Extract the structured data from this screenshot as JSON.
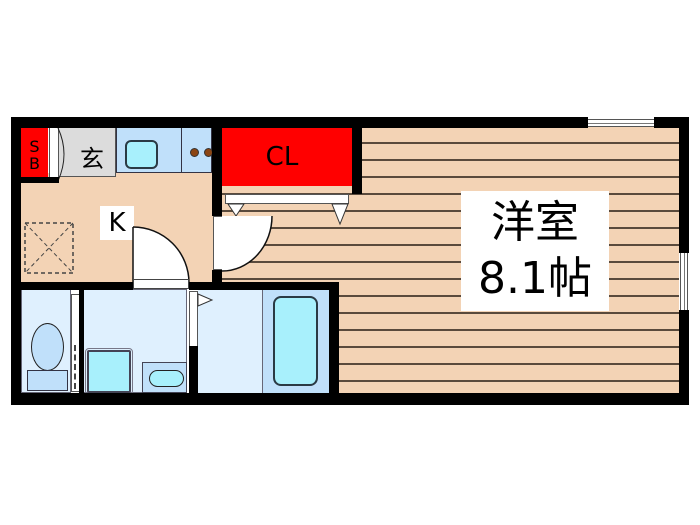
{
  "floorplan": {
    "rooms": {
      "western_room": {
        "name": "洋室",
        "size": "8.1帖"
      },
      "closet": {
        "label": "CL"
      },
      "kitchen": {
        "label": "K"
      },
      "entrance": {
        "label": "玄"
      },
      "shoe_box": {
        "label_top": "S",
        "label_bottom": "B"
      }
    },
    "fixtures": [
      "sink-icon",
      "stove-icon",
      "fridge-space-icon",
      "toilet-icon",
      "washing-machine-icon",
      "washbasin-icon",
      "bathtub-icon"
    ],
    "colors": {
      "wall": "#000000",
      "wood_floor": "#f3d3b5",
      "wood_line": "#5a4a3c",
      "kitchen_floor": "#f3d3b5",
      "entrance_floor": "#dcdcdc",
      "storage_red": "#ff0000",
      "wet_area": "#dff0fe",
      "fixture_blue": "#a8f0fc",
      "counter_blue": "#c0e0fa",
      "stove_burner": "#8b4513"
    }
  }
}
